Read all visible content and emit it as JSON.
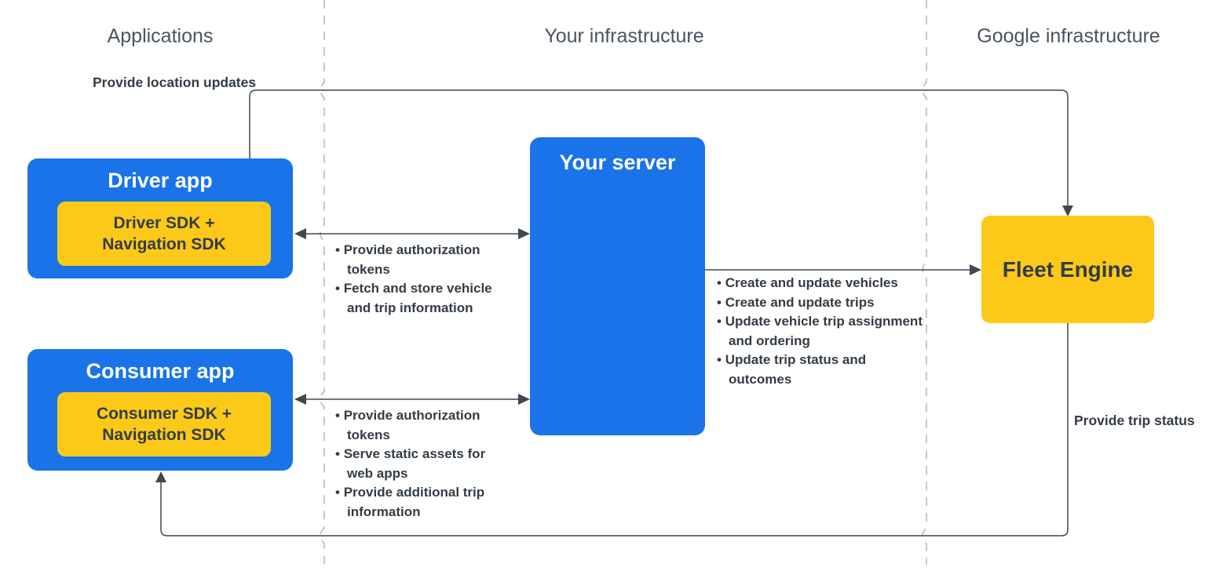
{
  "columns": [
    {
      "label": "Applications"
    },
    {
      "label": "Your infrastructure"
    },
    {
      "label": "Google infrastructure"
    }
  ],
  "nodes": {
    "driver_app": {
      "title": "Driver app",
      "sdk": "Driver SDK + Navigation SDK"
    },
    "consumer_app": {
      "title": "Consumer app",
      "sdk": "Consumer SDK + Navigation SDK"
    },
    "your_server": {
      "title": "Your server"
    },
    "fleet_engine": {
      "title": "Fleet Engine"
    }
  },
  "edges": {
    "location_updates": {
      "label": "Provide location updates",
      "from": "Driver SDK + Navigation SDK",
      "to": "Fleet Engine"
    },
    "trip_status": {
      "label": "Provide trip status",
      "from": "Fleet Engine",
      "to": "Consumer app"
    },
    "driver_server": {
      "items": [
        "Provide authorization tokens",
        "Fetch and store vehicle and trip information"
      ]
    },
    "consumer_server": {
      "items": [
        "Provide authorization tokens",
        "Serve static assets for web apps",
        "Provide additional trip information"
      ]
    },
    "server_fleet": {
      "items": [
        "Create and update vehicles",
        "Create and update trips",
        "Update vehicle trip assignment and ordering",
        "Update trip status and outcomes"
      ]
    }
  },
  "colors": {
    "blue": "#1a73e8",
    "yellow": "#fcc919",
    "line": "#3e4752",
    "dashed_divider": "#b4bac1",
    "text_dark": "#333c46",
    "header_text": "#49545f",
    "box_title_light": "#ffffff"
  }
}
